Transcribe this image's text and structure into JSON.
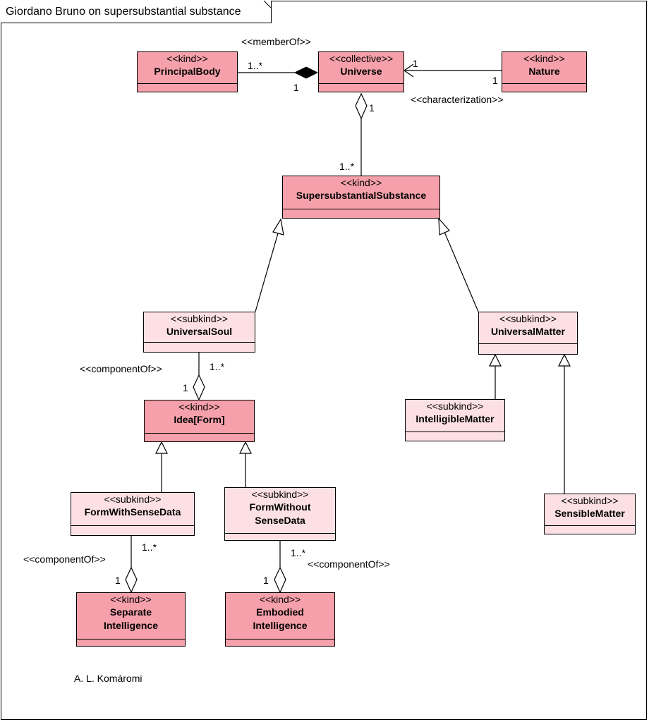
{
  "frame": {
    "title": "Giordano Bruno on supersubstantial substance"
  },
  "classes": {
    "principal_body": {
      "stereotype": "<<kind>>",
      "name": "PrincipalBody"
    },
    "universe": {
      "stereotype": "<<collective>>",
      "name": "Universe"
    },
    "nature": {
      "stereotype": "<<kind>>",
      "name": "Nature"
    },
    "supersubstantial": {
      "stereotype": "<<kind>>",
      "name": "SupersubstantialSubstance"
    },
    "universal_soul": {
      "stereotype": "<<subkind>>",
      "name": "UniversalSoul"
    },
    "universal_matter": {
      "stereotype": "<<subkind>>",
      "name": "UniversalMatter"
    },
    "idea_form": {
      "stereotype": "<<kind>>",
      "name": "Idea[Form]"
    },
    "intelligible_matter": {
      "stereotype": "<<subkind>>",
      "name": "IntelligibleMatter"
    },
    "form_with": {
      "stereotype": "<<subkind>>",
      "name": "FormWithSenseData"
    },
    "form_without": {
      "stereotype": "<<subkind>>",
      "name_line1": "FormWithout",
      "name_line2": "SenseData"
    },
    "sensible_matter": {
      "stereotype": "<<subkind>>",
      "name": "SensibleMatter"
    },
    "separate_int": {
      "stereotype": "<<kind>>",
      "name_line1": "Separate",
      "name_line2": "Intelligence"
    },
    "embodied_int": {
      "stereotype": "<<kind>>",
      "name_line1": "Embodied",
      "name_line2": "Intelligence"
    }
  },
  "labels": {
    "member_of": "<<memberOf>>",
    "characterization": "<<characterization>>",
    "component_of_1": "<<componentOf>>",
    "component_of_2": "<<componentOf>>",
    "component_of_3": "<<componentOf>>"
  },
  "multiplicities": {
    "pb_universe_pb": "1..*",
    "pb_universe_u": "1",
    "nature_universe_u": "1",
    "nature_universe_n": "1",
    "universe_sss_u": "1",
    "universe_sss_s": "1..*",
    "soul_idea_soul": "1..*",
    "soul_idea_idea": "1",
    "fw_sep_fw": "1..*",
    "fw_sep_sep": "1",
    "fwo_emb_fwo": "1..*",
    "fwo_emb_emb": "1"
  },
  "author": "A. L. Komáromi",
  "colors": {
    "kind_fill": "#f5a0aa",
    "subkind_fill": "#fde0e4",
    "line": "#000000"
  }
}
